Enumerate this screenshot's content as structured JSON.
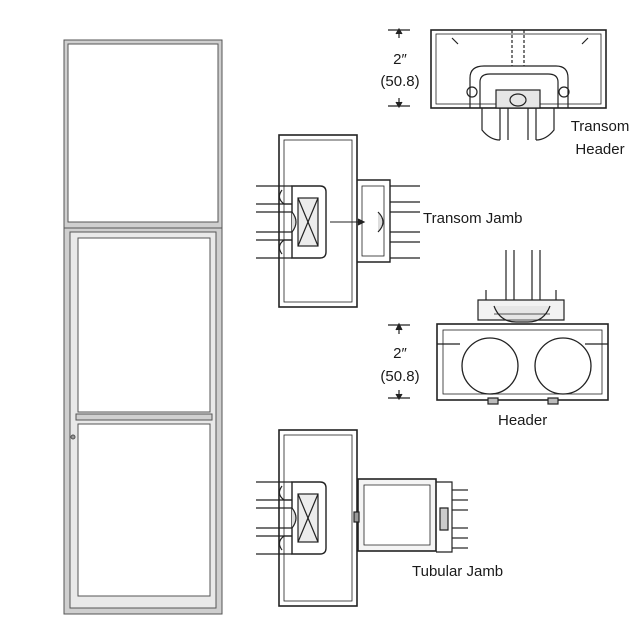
{
  "labels": {
    "transom_header_line1": "Transom",
    "transom_header_line2": "Header",
    "transom_jamb": "Transom Jamb",
    "header": "Header",
    "tubular_jamb": "Tubular Jamb"
  },
  "dimensions": {
    "top": {
      "inches": "2″",
      "mm": "(50.8)"
    },
    "middle": {
      "inches": "2″",
      "mm": "(50.8)"
    }
  },
  "colors": {
    "line": "#222222",
    "frame_fill": "#c9c9c9",
    "glass": "#ffffff",
    "profile_fill": "#e6e6e6"
  }
}
